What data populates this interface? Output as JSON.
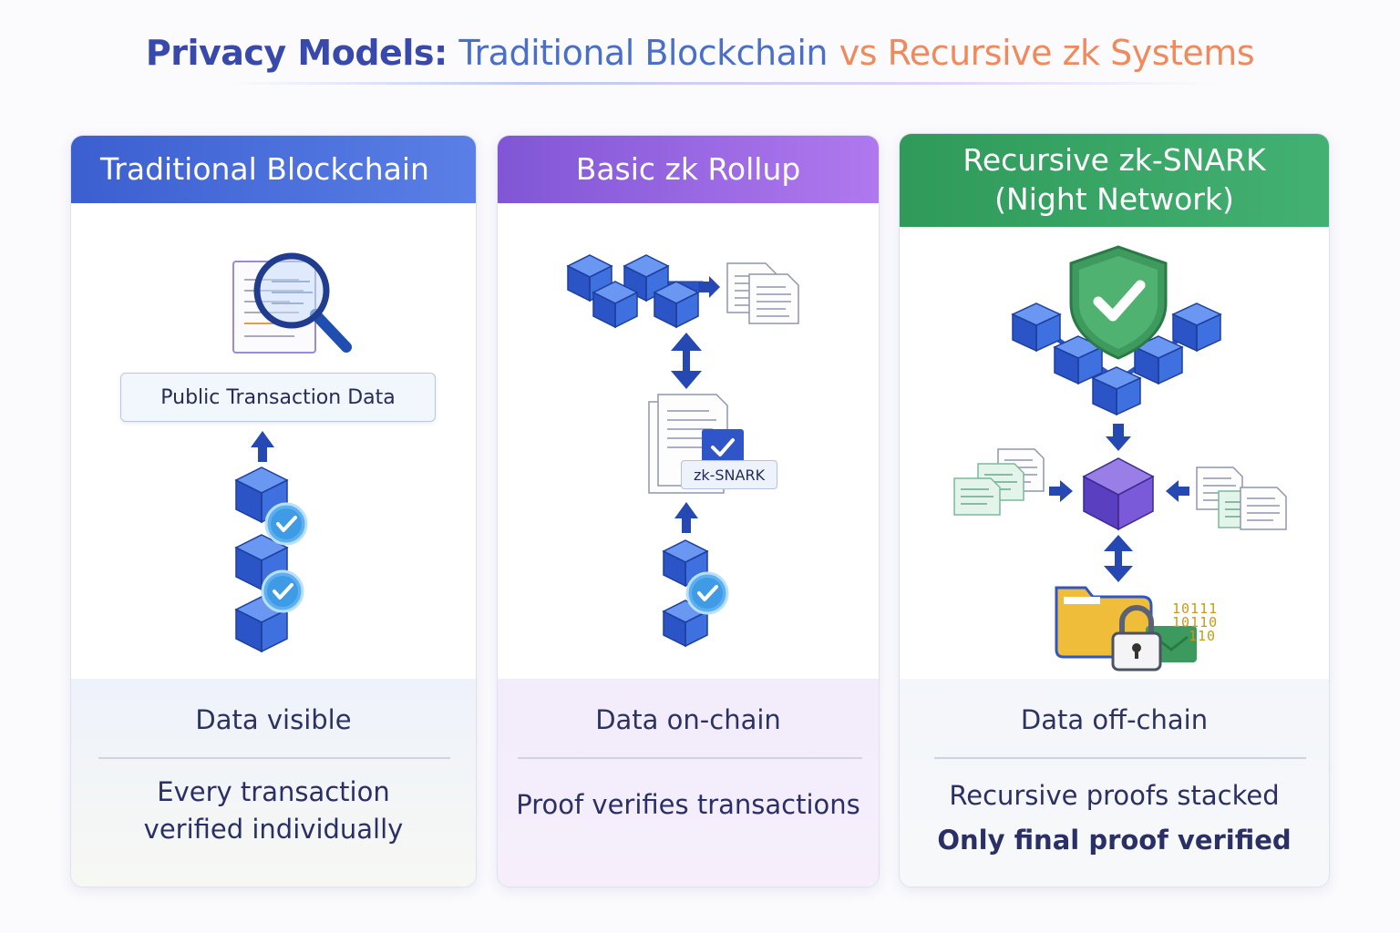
{
  "title": {
    "part1": "Privacy Models:",
    "part2": "Traditional Blockchain",
    "part3": "vs Recursive zk Systems"
  },
  "panels": [
    {
      "header": "Traditional Blockchain",
      "label": "Public Transaction Data",
      "foot_top": "Data visible",
      "foot_bottom_1": "Every transaction",
      "foot_bottom_2": "verified individually"
    },
    {
      "header": "Basic zk Rollup",
      "tag": "zk-SNARK",
      "foot_top": "Data on-chain",
      "foot_bottom_1": "Proof verifies transactions"
    },
    {
      "header_1": "Recursive zk-SNARK",
      "header_2": "(Night Network)",
      "bits": [
        "10111",
        "10110",
        "110"
      ],
      "foot_top": "Data off-chain",
      "foot_bottom_1": "Recursive proofs stacked",
      "foot_bottom_2": "Only final proof verified"
    }
  ],
  "colors": {
    "blue": "#3c5fd0",
    "purple": "#8056d6",
    "green": "#2f9a5a",
    "cube_top": "#5f8df0",
    "cube_left": "#2c56c8",
    "cube_right": "#3f6fe0"
  },
  "icons": [
    "magnifier-icon",
    "document-icon",
    "cube-icon",
    "check-badge-icon",
    "arrow-icon",
    "shield-check-icon",
    "folder-lock-icon"
  ]
}
